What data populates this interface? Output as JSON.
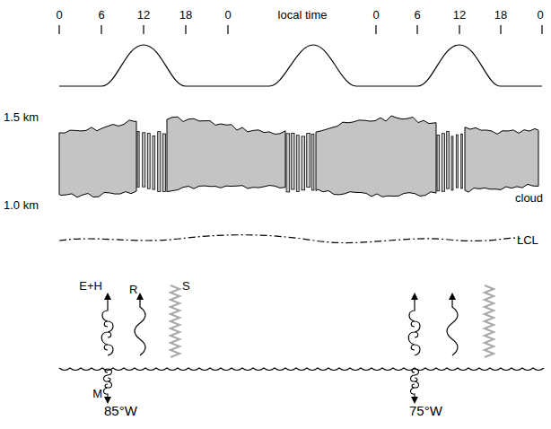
{
  "diagram": {
    "labels": [
      "0",
      "6",
      "12",
      "18",
      "0",
      "local time",
      "0",
      "6",
      "12",
      "18",
      "0",
      "1.5 km",
      "1.0 km",
      "cloud",
      "LCL",
      "E+H",
      "R",
      "S",
      "M",
      "85°W",
      "75°W"
    ]
  }
}
